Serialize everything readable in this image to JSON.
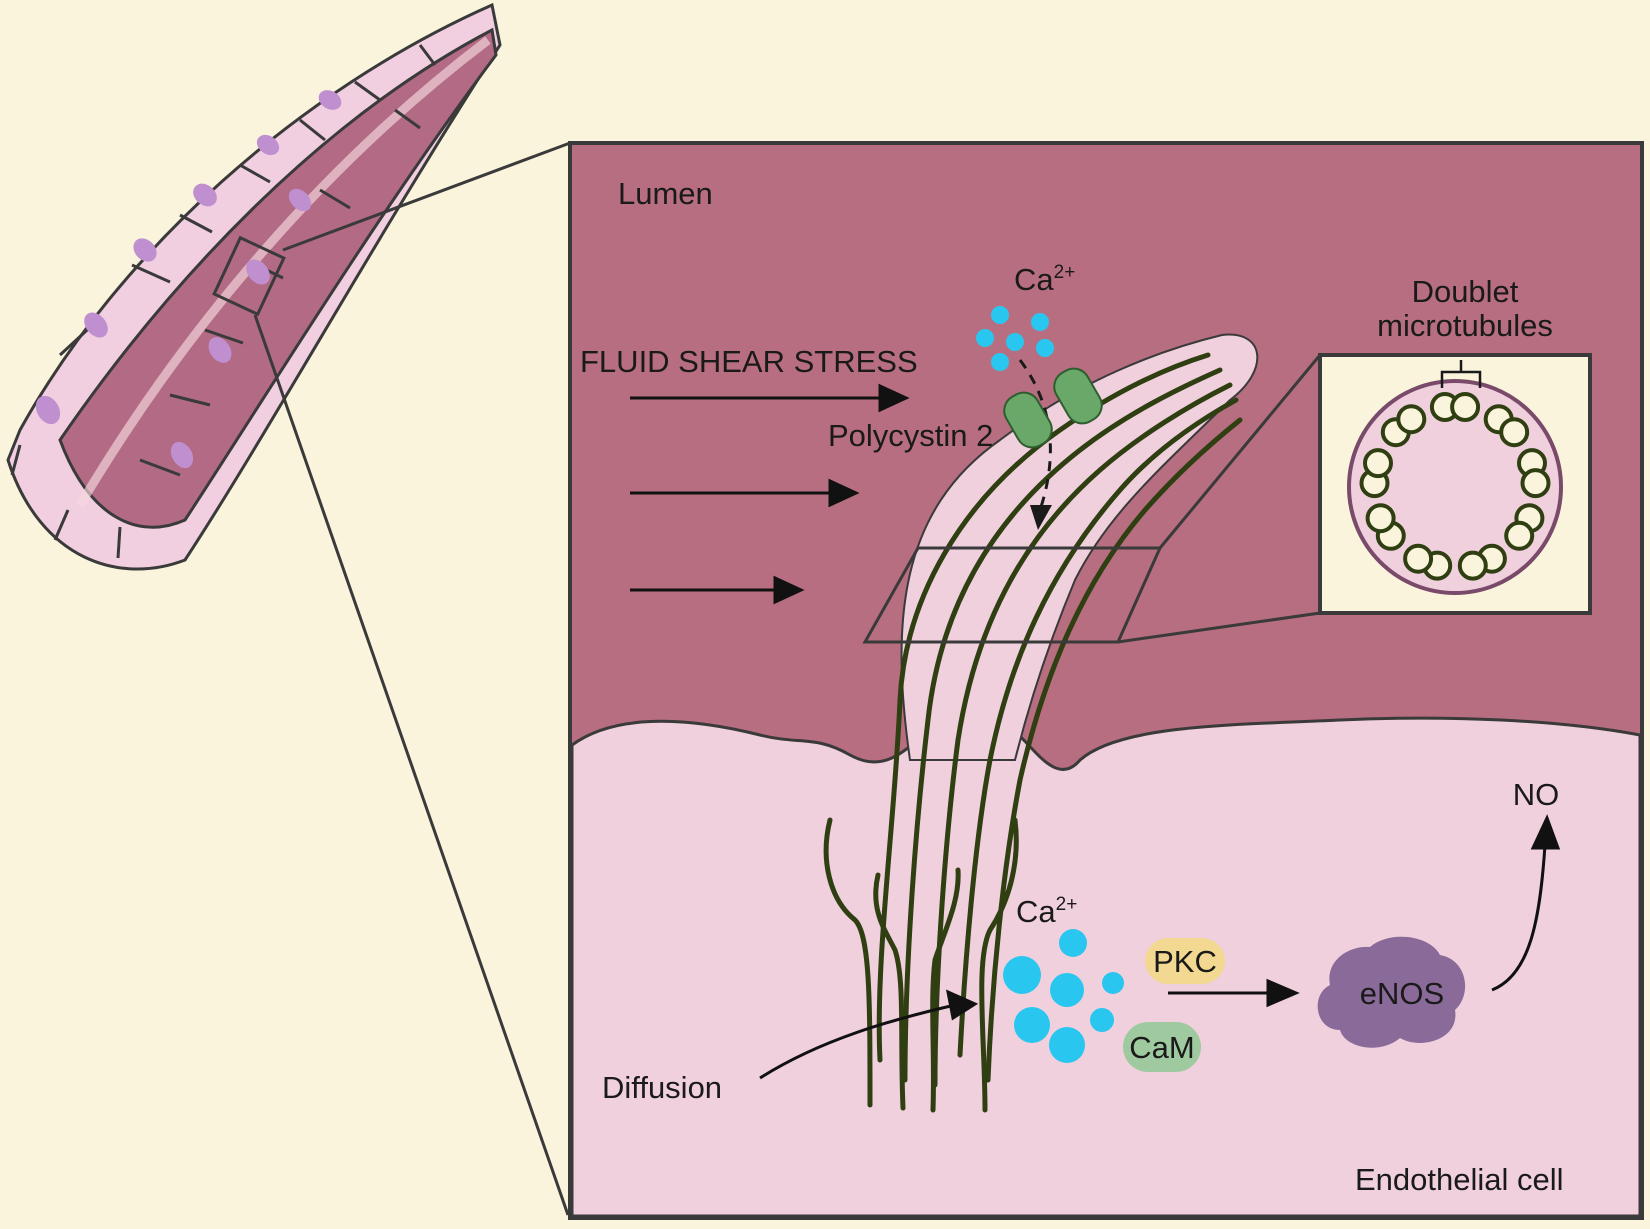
{
  "labels": {
    "lumen": "Lumen",
    "ca_top": "Ca",
    "ca_top_sup": "2+",
    "doublet_line1": "Doublet",
    "doublet_line2": "microtubules",
    "fluid_shear_stress": "FLUID SHEAR STRESS",
    "polycystin": "Polycystin 2",
    "no": "NO",
    "ca_bottom": "Ca",
    "ca_bottom_sup": "2+",
    "pkc": "PKC",
    "enos": "eNOS",
    "cam": "CaM",
    "diffusion": "Diffusion",
    "endothelial_cell": "Endothelial cell"
  },
  "colors": {
    "background": "#fbf4dc",
    "lumen": "#b66e80",
    "cell": "#f0d0dd",
    "microtubule": "#2f3f12",
    "calcium": "#29c6f0",
    "polycystin": "#6aa86a",
    "pkc": "#f2d890",
    "cam": "#9fcaa0",
    "enos": "#8a6a98",
    "vessel_wall": "#f1cfe0",
    "vessel_lumen": "#b36a84",
    "nucleus": "#c08fd0"
  }
}
